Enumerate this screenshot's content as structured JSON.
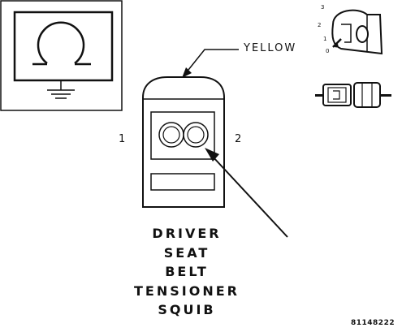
{
  "connector": {
    "color_label": "YELLOW",
    "pin_left": "1",
    "pin_right": "2"
  },
  "title_lines": [
    "DRIVER",
    "SEAT",
    "BELT",
    "TENSIONER",
    "SQUIB"
  ],
  "figure_id": "81148222",
  "key_positions": [
    "0",
    "1",
    "2",
    "3"
  ],
  "icons": {
    "system_symbol": "omega-ground-symbol-icon",
    "key": "ignition-key-icon",
    "connector_side": "connector-pair-icon"
  }
}
